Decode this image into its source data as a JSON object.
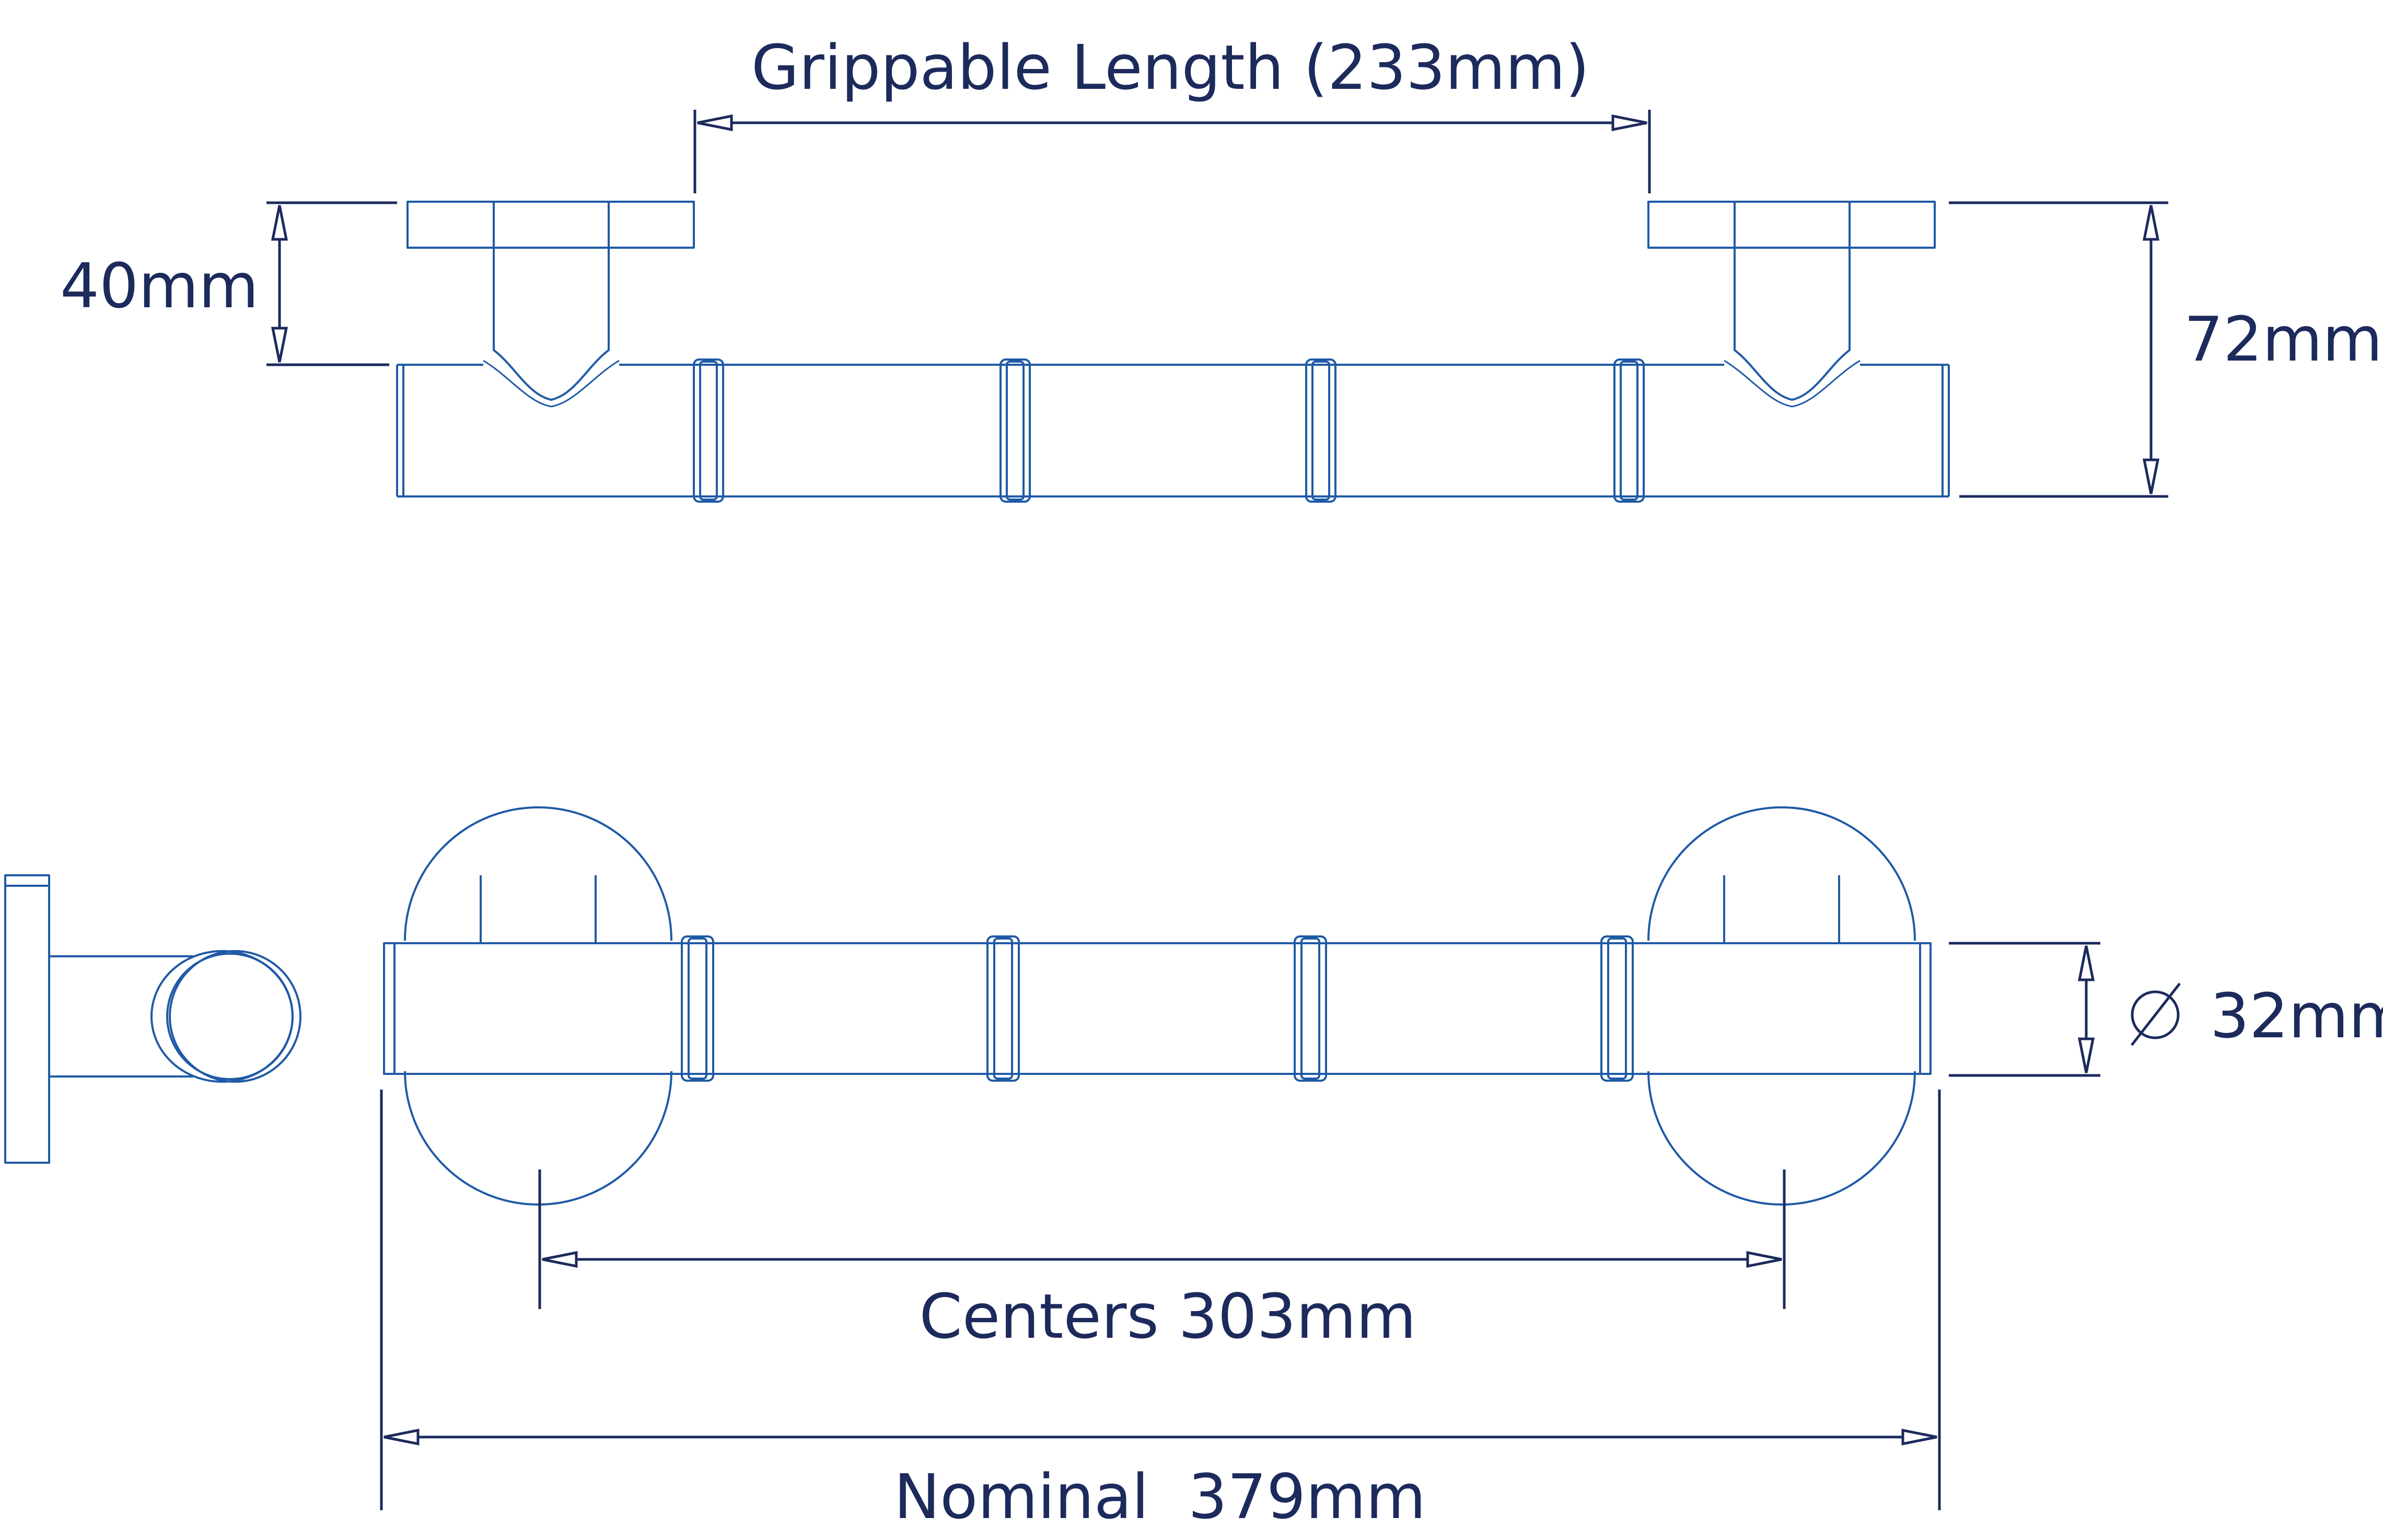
{
  "colors": {
    "part_outline": "#1f5aa6",
    "dimension": "#1c2a5c",
    "background": "#ffffff"
  },
  "dimensions": {
    "grippable_length": "Grippable Length (233mm)",
    "flange_height": "40mm",
    "total_projection": "72mm",
    "diameter": "32mm",
    "diameter_symbol": "diameter-symbol-icon",
    "centers": "Centers 303mm",
    "nominal": "Nominal  379mm"
  }
}
